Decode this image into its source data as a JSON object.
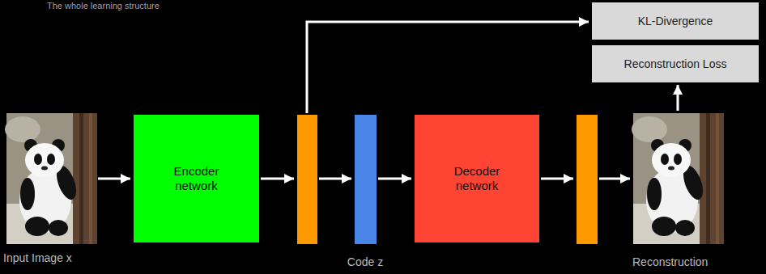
{
  "diagram": {
    "title": "The whole learning structure",
    "nodes": [
      {
        "text": [
          "KL-Divergence"
        ]
      },
      {
        "text": [
          "Reconstruction Loss"
        ]
      },
      {
        "text": [
          "Encoder network"
        ]
      },
      {
        "text": [
          "Decoder network"
        ]
      }
    ],
    "labels": [
      "Input Image x",
      "Code z",
      "Reconstruction"
    ]
  }
}
